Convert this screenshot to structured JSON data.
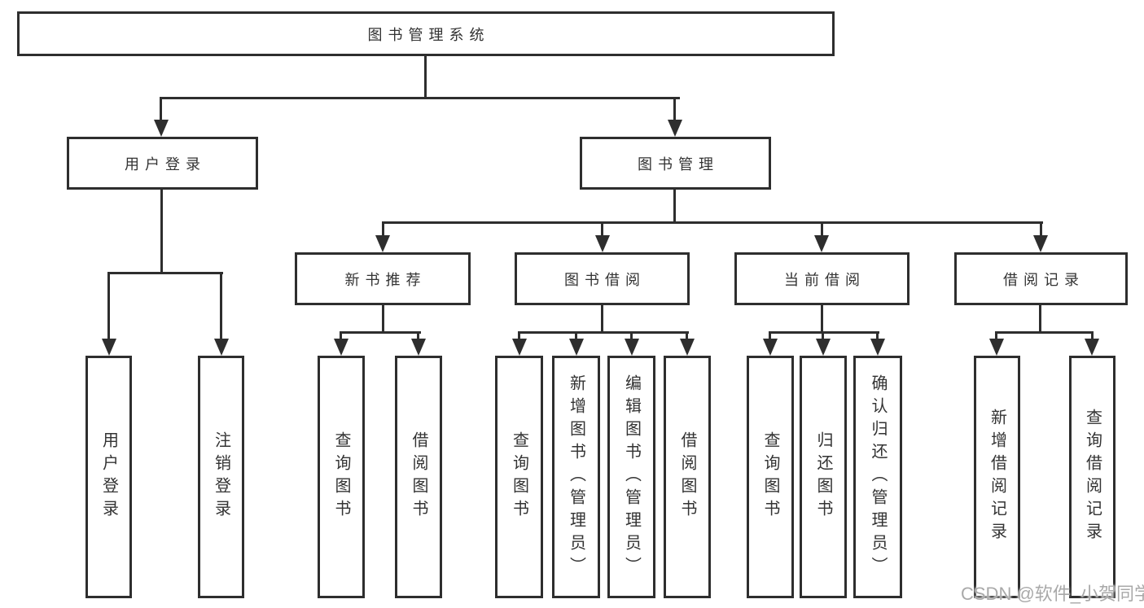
{
  "diagram": {
    "root": "图书管理系统",
    "branches": {
      "user_login": "用户登录",
      "book_management": "图书管理"
    },
    "modules": {
      "new_books": "新书推荐",
      "book_borrowing": "图书借阅",
      "current_borrowing": "当前借阅",
      "borrowing_records": "借阅记录"
    },
    "leaves": {
      "user_login": [
        "用户登录",
        "注销登录"
      ],
      "new_books": [
        "查询图书",
        "借阅图书"
      ],
      "book_borrowing": [
        "查询图书",
        "新增图书（管理员）",
        "编辑图书（管理员）",
        "借阅图书"
      ],
      "current_borrowing": [
        "查询图书",
        "归还图书",
        "确认归还（管理员）"
      ],
      "borrowing_records": [
        "新增借阅记录",
        "查询借阅记录"
      ]
    }
  },
  "watermark": "CSDN @软件_小贺同学",
  "colors": {
    "line": "#2e2e2e",
    "text": "#333333",
    "watermark": "#a9a9a9",
    "background": "#ffffff"
  }
}
